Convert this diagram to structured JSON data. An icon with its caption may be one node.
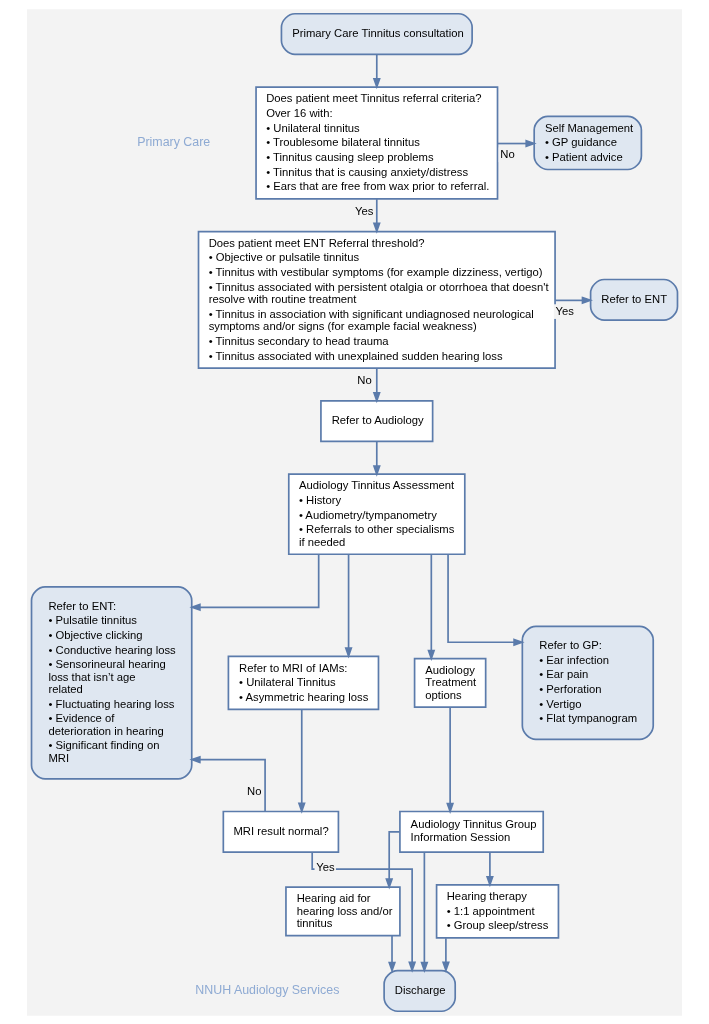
{
  "diagram": {
    "nodes": [
      {
        "text": [
          "Primary Care Tinnitus consultation"
        ]
      },
      {
        "text": [
          "Does patient meet Tinnitus referral criteria?",
          "Over 16 with:",
          "• Unilateral tinnitus",
          "• Troublesome bilateral tinnitus",
          "• Tinnitus causing sleep problems",
          "• Tinnitus that is causing anxiety/distress",
          "• Ears that are free from wax prior to referral."
        ]
      },
      {
        "text": [
          "Self Management",
          "• GP guidance",
          "• Patient advice"
        ]
      },
      {
        "text": [
          "Does patient meet ENT Referral threshold?",
          "• Objective or pulsatile tinnitus",
          "• Tinnitus with vestibular symptoms (for example dizziness, vertigo)",
          "• Tinnitus associated with persistent otalgia or otorrhoea that doesn't resolve with routine treatment",
          "• Tinnitus in association with significant undiagnosed neurological symptoms and/or signs (for example facial weakness)",
          "• Tinnitus secondary to head trauma",
          "• Tinnitus associated with unexplained sudden hearing loss"
        ]
      },
      {
        "text": [
          "Refer to ENT"
        ]
      },
      {
        "text": [
          "Refer to Audiology"
        ]
      },
      {
        "text": [
          "Audiology Tinnitus Assessment",
          "• History",
          "• Audiometry/tympanometry",
          "• Referrals to other specialisms if needed"
        ]
      },
      {
        "text": [
          "Refer to ENT:",
          "• Pulsatile tinnitus",
          "• Objective clicking",
          "• Conductive hearing loss",
          "• Sensorineural hearing loss that isn’t age related",
          "• Fluctuating hearing loss",
          "• Evidence of deterioration in hearing",
          "• Significant finding on MRI"
        ]
      },
      {
        "text": [
          "Refer to MRI of IAMs:",
          "• Unilateral Tinnitus",
          "• Asymmetric hearing loss"
        ]
      },
      {
        "text": [
          "Audiology Treatment options"
        ]
      },
      {
        "text": [
          "Refer to GP:",
          "• Ear infection",
          "• Ear pain",
          "• Perforation",
          "• Vertigo",
          "• Flat tympanogram"
        ]
      },
      {
        "text": [
          "MRI result normal?"
        ]
      },
      {
        "text": [
          "Audiology Tinnitus Group Information Session"
        ]
      },
      {
        "text": [
          "Hearing aid for hearing loss and/or tinnitus"
        ]
      },
      {
        "text": [
          "Hearing therapy",
          "• 1:1 appointment",
          "• Group sleep/stress"
        ]
      },
      {
        "text": [
          "Discharge"
        ]
      }
    ],
    "edges": [
      {
        "from": 0,
        "to": 1,
        "arrow": "to"
      },
      {
        "from": 1,
        "to": 2,
        "arrow": "to",
        "label": "No"
      },
      {
        "from": 1,
        "to": 3,
        "arrow": "to",
        "label": "Yes"
      },
      {
        "from": 3,
        "to": 4,
        "arrow": "to",
        "label": "Yes"
      },
      {
        "from": 3,
        "to": 5,
        "arrow": "to",
        "label": "No"
      },
      {
        "from": 5,
        "to": 6,
        "arrow": "to"
      },
      {
        "from": 6,
        "to": 7,
        "arrow": "to"
      },
      {
        "from": 6,
        "to": 8,
        "arrow": "to"
      },
      {
        "from": 6,
        "to": 9,
        "arrow": "to"
      },
      {
        "from": 6,
        "to": 10,
        "arrow": "to"
      },
      {
        "from": 8,
        "to": 11,
        "arrow": "to"
      },
      {
        "from": 11,
        "to": 7,
        "arrow": "to",
        "label": "No"
      },
      {
        "from": 11,
        "to": 15,
        "arrow": "to",
        "label": "Yes"
      },
      {
        "from": 9,
        "to": 12,
        "arrow": "to"
      },
      {
        "from": 12,
        "to": 15,
        "arrow": "to"
      },
      {
        "from": 12,
        "to": 13,
        "arrow": "to"
      },
      {
        "from": 12,
        "to": 14,
        "arrow": "to"
      },
      {
        "from": 13,
        "to": 15,
        "arrow": "to"
      },
      {
        "from": 14,
        "to": 15,
        "arrow": "to"
      }
    ],
    "labels": [
      "Primary Care",
      "NNUH Audiology Services"
    ]
  }
}
